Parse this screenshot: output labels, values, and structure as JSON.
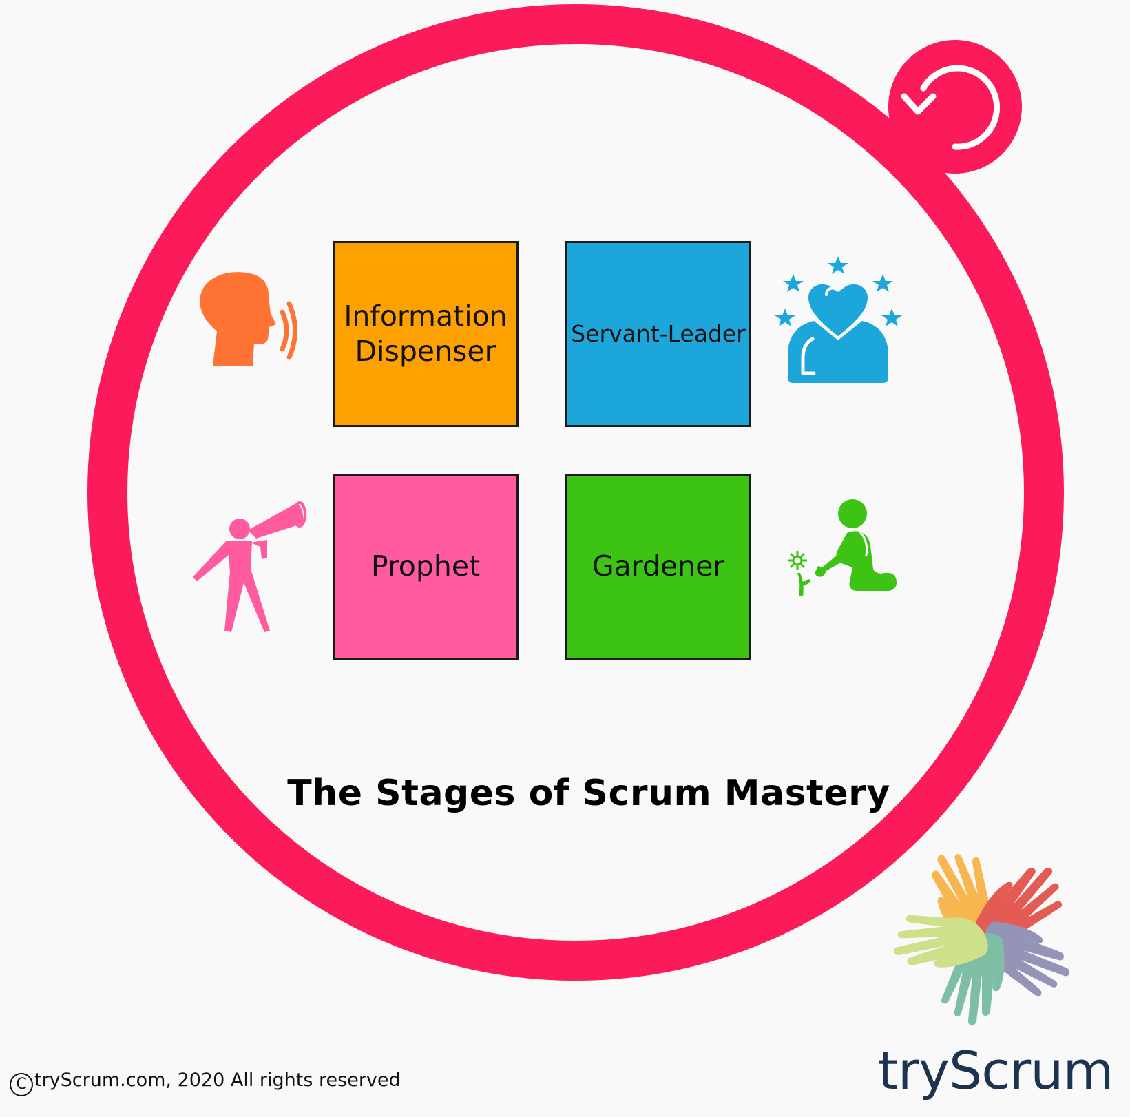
{
  "title": "The Stages of Scrum Mastery",
  "stages": [
    {
      "label_lines": [
        "Information",
        "Dispenser"
      ],
      "color": "#fda101",
      "icon": "speaking-head-icon",
      "icon_color": "#ff7435"
    },
    {
      "label_lines": [
        "Servant-Leader"
      ],
      "color": "#1ca6d9",
      "icon": "heart-person-stars-icon",
      "icon_color": "#1ca6d9"
    },
    {
      "label_lines": [
        "Prophet"
      ],
      "color": "#ff5b9e",
      "icon": "megaphone-person-icon",
      "icon_color": "#ff5b9e"
    },
    {
      "label_lines": [
        "Gardener"
      ],
      "color": "#3cc314",
      "icon": "gardener-person-icon",
      "icon_color": "#3cc314"
    }
  ],
  "cycle": {
    "ring_color": "#fb1a5a",
    "icon": "refresh-cycle-icon"
  },
  "footer": {
    "copyright_symbol": "C",
    "copyright": "tryScrum.com,  2020 All rights reserved"
  },
  "brand": {
    "name": "tryScrum",
    "logo": "hands-circle-logo",
    "hand_colors": [
      "#f7b650",
      "#e45a54",
      "#9394b6",
      "#7dbea4",
      "#cfe08a"
    ]
  }
}
